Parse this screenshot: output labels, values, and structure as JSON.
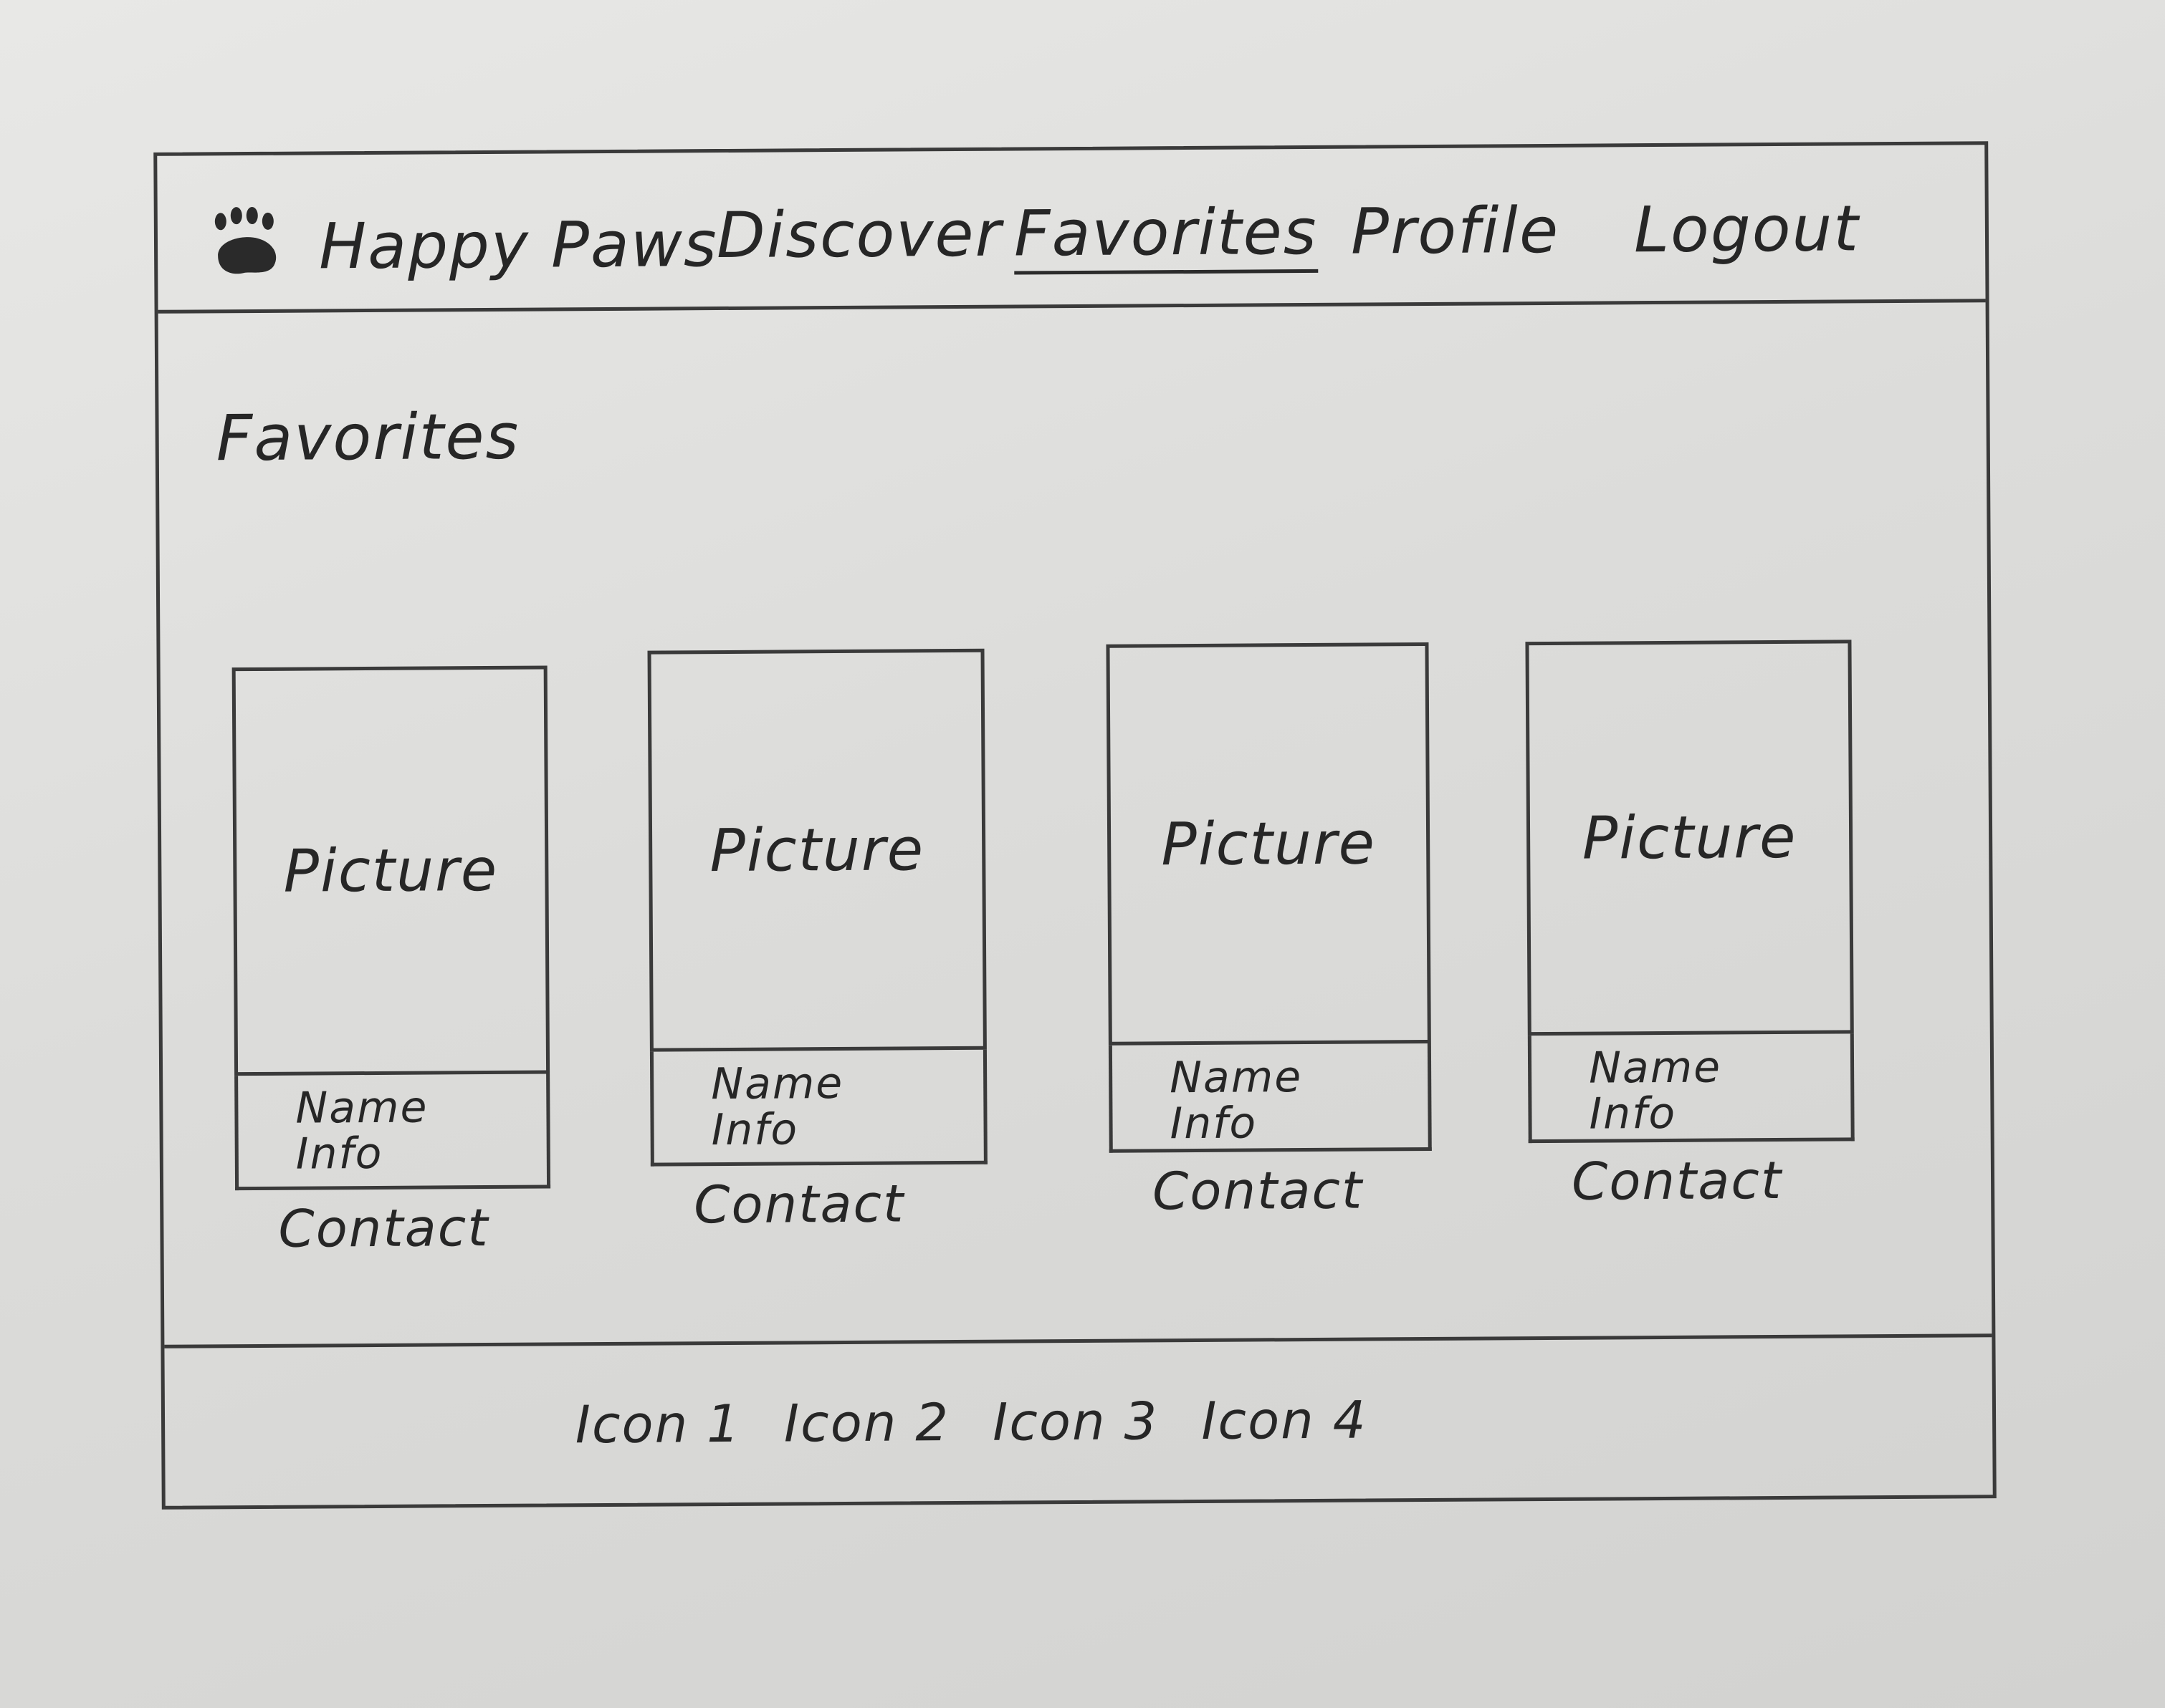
{
  "header": {
    "logo_icon": "paw-icon",
    "brand": "Happy Paws",
    "nav": [
      {
        "label": "Discover",
        "active": false
      },
      {
        "label": "Favorites",
        "active": true
      },
      {
        "label": "Profile",
        "active": false
      },
      {
        "label": "Logout",
        "active": false
      }
    ]
  },
  "main": {
    "title": "Favorites",
    "cards": [
      {
        "picture": "Picture",
        "name": "Name",
        "info": "Info",
        "contact": "Contact"
      },
      {
        "picture": "Picture",
        "name": "Name",
        "info": "Info",
        "contact": "Contact"
      },
      {
        "picture": "Picture",
        "name": "Name",
        "info": "Info",
        "contact": "Contact"
      },
      {
        "picture": "Picture",
        "name": "Name",
        "info": "Info",
        "contact": "Contact"
      }
    ]
  },
  "footer": {
    "icons": [
      "Icon 1",
      "Icon 2",
      "Icon 3",
      "Icon 4"
    ]
  }
}
